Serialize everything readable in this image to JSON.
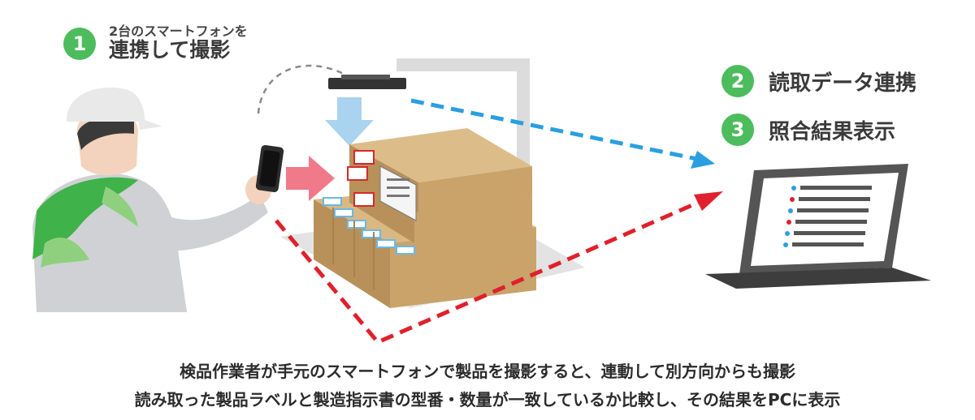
{
  "step1": {
    "number": "1",
    "line1": "2台のスマートフォンを",
    "line2": "連携して撮影"
  },
  "step2": {
    "number": "2",
    "label": "読取データ連携"
  },
  "step3": {
    "number": "3",
    "label": "照合結果表示"
  },
  "caption": {
    "line1": "検品作業者が手元のスマートフォンで製品を撮影すると、連動して別方向からも撮影",
    "line2": "読み取った製品ラベルと製造指示書の型番・数量が一致しているか比較し、その結果をPCに表示"
  },
  "colors": {
    "green": "#4cbc5c",
    "blue_arrow": "#2a9fe0",
    "red_arrow": "#e0202c",
    "box": "#c9a36a"
  },
  "icons": [
    "worker-icon",
    "smartphone-icon",
    "camera-stand-icon",
    "boxes-icon",
    "laptop-icon"
  ]
}
